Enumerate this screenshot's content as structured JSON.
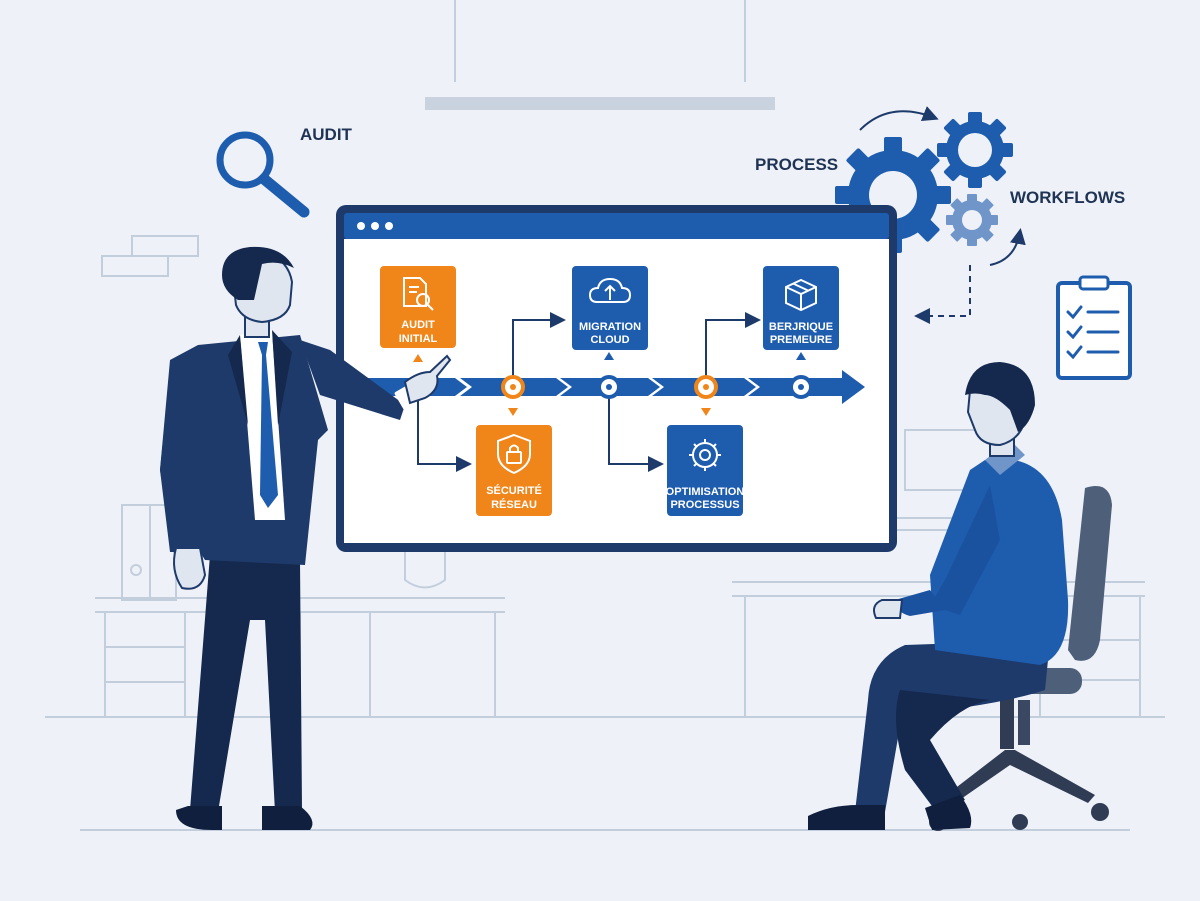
{
  "labels": {
    "audit": "AUDIT",
    "process": "PROCESS",
    "workflows": "WORKFLOWS"
  },
  "cards": {
    "audit": [
      "AUDIT",
      "INITIAL"
    ],
    "securite": [
      "SÉCURITÉ",
      "RÉSEAU"
    ],
    "migration": [
      "MIGRATION",
      "CLOUD"
    ],
    "optimisation": [
      "OPTIMISATION",
      "PROCESSUS"
    ],
    "berjrique": [
      "BERJRIQUE",
      "PREMEURE"
    ]
  },
  "colors": {
    "navy": "#1d3a6b",
    "blue": "#1e5cae",
    "orange": "#f08519",
    "line": "#c3cedd",
    "background": "#eef2f8"
  },
  "icons": [
    "magnifier-icon",
    "gear-icon",
    "clipboard-checklist-icon",
    "document-search-icon",
    "shield-lock-icon",
    "cloud-upload-icon",
    "gear-cog-icon",
    "package-box-icon"
  ]
}
